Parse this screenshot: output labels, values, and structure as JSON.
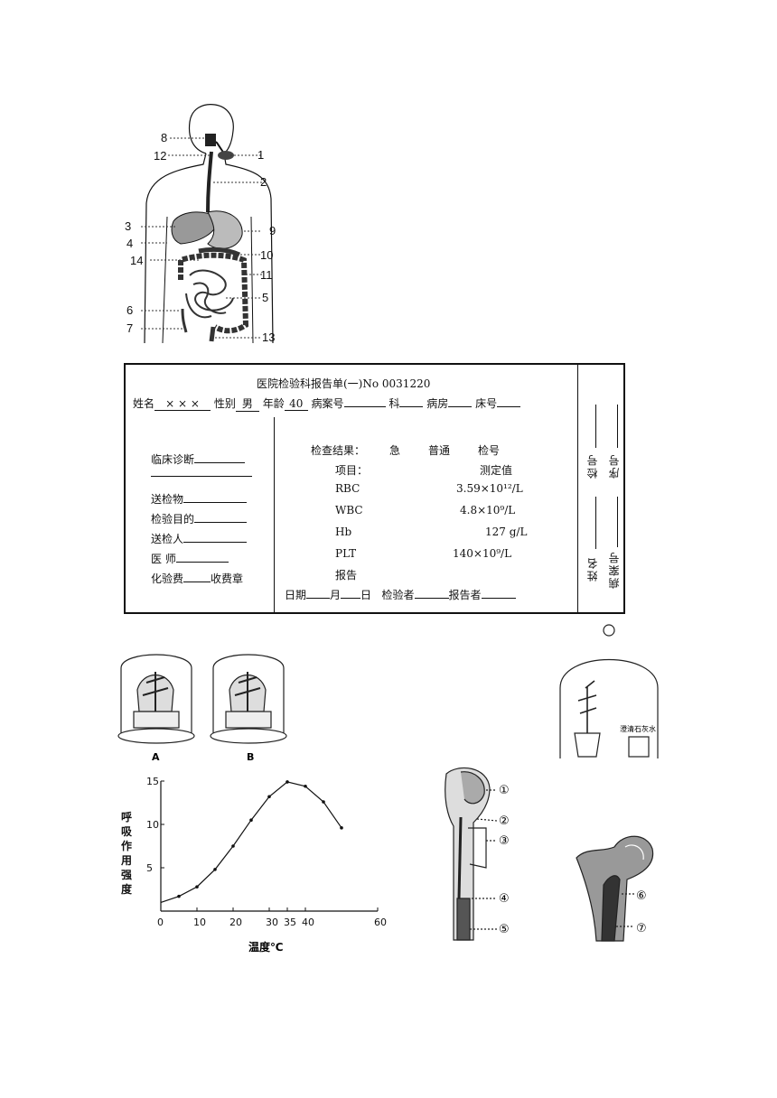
{
  "digestive_labels": {
    "l1": "1",
    "l2": "2",
    "l3": "3",
    "l4": "4",
    "l5": "5",
    "l6": "6",
    "l7": "7",
    "l8": "8",
    "l9": "9",
    "l10": "10",
    "l11": "11",
    "l12": "12",
    "l13": "13",
    "l14": "14"
  },
  "report": {
    "title": "医院检验科报告单(一)No   0031220",
    "name_label": "姓名",
    "name_value": "× × ×",
    "sex_label": "性别",
    "sex_value": "男",
    "age_label": "年龄",
    "age_value": "40",
    "case_label": "病案号",
    "dept_label": "科",
    "ward_label": "病房",
    "bed_label": "床号",
    "clinical_diagnosis": "临床诊断",
    "specimen": "送检物",
    "purpose": "检验目的",
    "submitter": "送检人",
    "doctor": "医    师",
    "fee": "化验费",
    "fee_stamp": "收费章",
    "result_label": "检查结果：",
    "urgent": "急",
    "normal": "普通",
    "test_no": "检号",
    "item_label": "项目：",
    "value_label": "测定值",
    "items": [
      {
        "name": "RBC",
        "value": "3.59×10¹²/L"
      },
      {
        "name": "WBC",
        "value": "4.8×10⁹/L"
      },
      {
        "name": "Hb",
        "value": "127 g/L"
      },
      {
        "name": "PLT",
        "value": "140×10⁹/L"
      }
    ],
    "report_word": "报告",
    "date_label": "日期",
    "month_label": "月",
    "day_label": "日",
    "tester_label": "检验者",
    "reporter_label": "报告者",
    "side_top": "检号",
    "side_top2": "序号",
    "side_bottom": "姓名",
    "side_bottom2": "病案号"
  },
  "plants": {
    "label_a": "A",
    "label_b": "B",
    "bell_label": "澄清石灰水"
  },
  "chart_data": {
    "type": "line",
    "ylabel": "呼吸作用强度",
    "xlabel": "温度℃",
    "xlim": [
      0,
      60
    ],
    "ylim": [
      0,
      15
    ],
    "xticks": [
      0,
      10,
      20,
      30,
      35,
      40,
      60
    ],
    "yticks": [
      5,
      10,
      15
    ],
    "x": [
      0,
      5,
      10,
      15,
      20,
      25,
      30,
      35,
      40,
      45,
      50
    ],
    "y": [
      1,
      1.7,
      2.8,
      4.8,
      7.5,
      10.5,
      13.2,
      14.9,
      14.4,
      12.6,
      9.6
    ]
  },
  "bones": {
    "m1": "①",
    "m2": "②",
    "m3": "③",
    "m4": "④",
    "m5": "⑤",
    "m6": "⑥",
    "m7": "⑦"
  }
}
